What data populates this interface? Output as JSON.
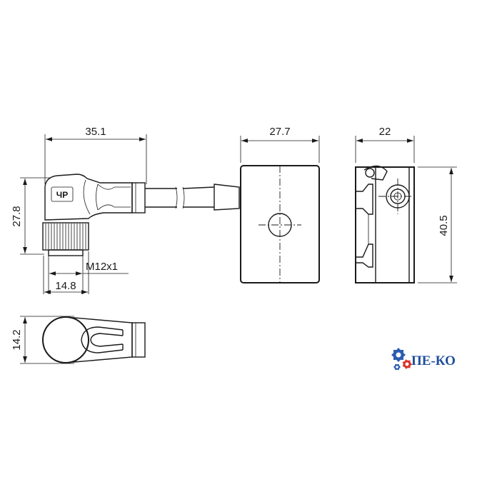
{
  "dimensions": {
    "connector_length": "35.1",
    "connector_height": "27.8",
    "thread": "M12x1",
    "thread_width": "14.8",
    "connector_thickness": "14.2",
    "housing_width": "27.7",
    "housing_depth": "22",
    "housing_height": "40.5"
  },
  "logo": {
    "text": "ПЕ-КО",
    "gear_color": "#2a5db0",
    "accent_color": "#d9342b"
  },
  "connector_badge": "ЧР"
}
